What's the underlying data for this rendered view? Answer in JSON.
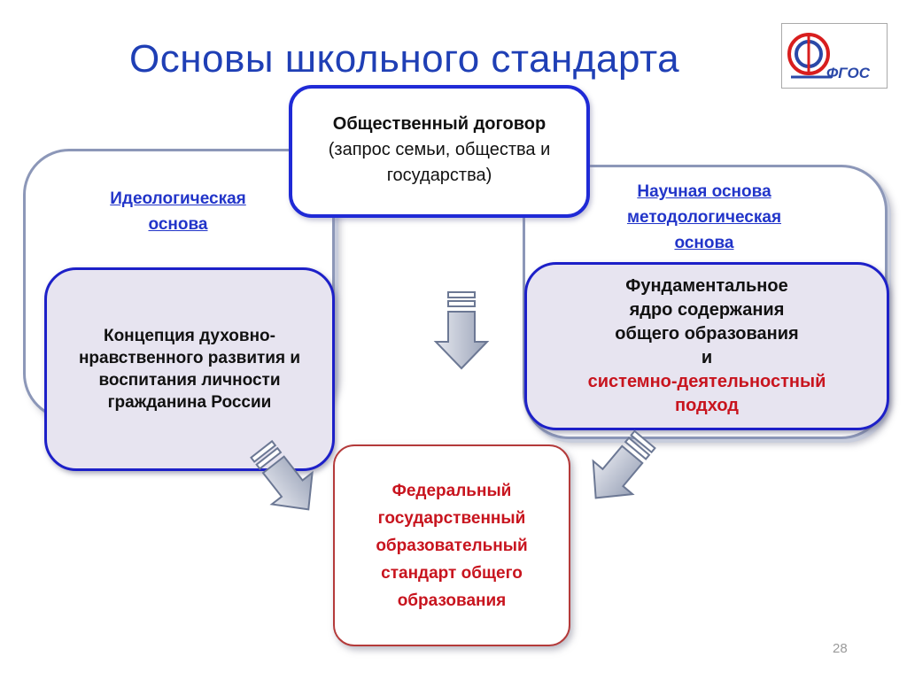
{
  "slide": {
    "title": "Основы школьного стандарта",
    "page_number": "28",
    "logo_text": "ФГОС"
  },
  "top_box": {
    "line1": "Общественный договор",
    "line2": "(запрос семьи, общества и",
    "line3": "государства)"
  },
  "left_group": {
    "label_line1": "Идеологическая",
    "label_line2": "основа",
    "inner_lines": [
      "Концепция духовно-",
      "нравственного развития и",
      "воспитания личности",
      "гражданина России"
    ]
  },
  "right_group": {
    "label_line1": "Научная основа",
    "label_line2": "методологическая",
    "label_line3": "основа",
    "inner_lines": [
      "Фундаментальное",
      "ядро содержания",
      "общего образования",
      "и"
    ],
    "inner_red_lines": [
      "системно-деятельностный",
      "подход"
    ]
  },
  "bottom_box": {
    "lines": [
      "Федеральный",
      "государственный",
      "образовательный",
      "стандарт общего",
      "образования"
    ]
  },
  "colors": {
    "title": "#1f3fb5",
    "accent_blue": "#1f2ad6",
    "label_blue": "#2235c9",
    "red": "#c8141e",
    "outer_border": "#8c97b8",
    "inner_fill": "#e7e4f0"
  }
}
